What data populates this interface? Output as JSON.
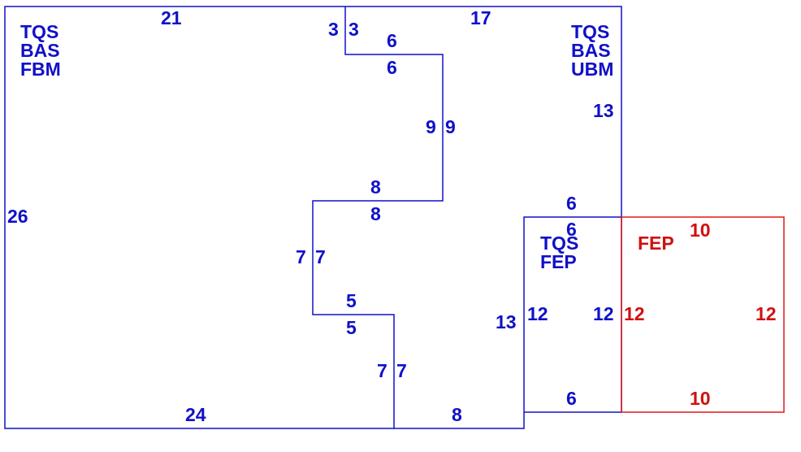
{
  "colors": {
    "main": "#1010c8",
    "addition": "#d01010"
  },
  "areas": [
    {
      "id": "left-area",
      "codes": [
        "TQS",
        "BAS",
        "FBM"
      ]
    },
    {
      "id": "right-area",
      "codes": [
        "TQS",
        "BAS",
        "UBM"
      ]
    },
    {
      "id": "small-area",
      "codes": [
        "TQS",
        "FEP"
      ]
    },
    {
      "id": "red-area",
      "codes": [
        "FEP"
      ]
    }
  ],
  "dimensions": [
    "21",
    "3",
    "3",
    "17",
    "6",
    "6",
    "9",
    "9",
    "13",
    "26",
    "8",
    "8",
    "6",
    "6",
    "7",
    "7",
    "5",
    "5",
    "13",
    "12",
    "12",
    "7",
    "7",
    "24",
    "8",
    "6",
    "10",
    "12",
    "12",
    "10"
  ]
}
